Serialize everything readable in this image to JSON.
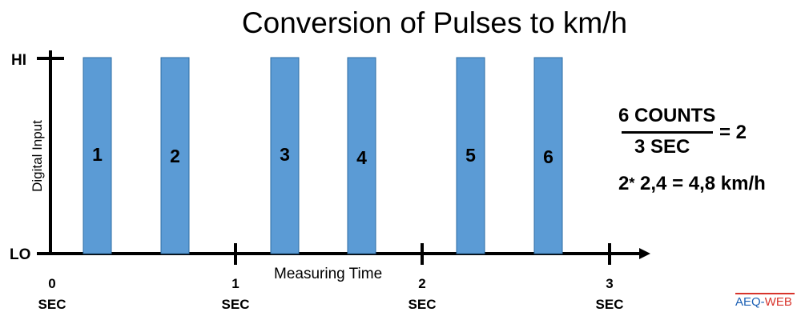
{
  "title": "Conversion of Pulses to km/h",
  "y_axis": {
    "label": "Digital Input",
    "hi_label": "HI",
    "lo_label": "LO"
  },
  "x_axis": {
    "label": "Measuring Time",
    "ticks": [
      {
        "value": 0,
        "label": "0",
        "unit": "SEC"
      },
      {
        "value": 1,
        "label": "1",
        "unit": "SEC"
      },
      {
        "value": 2,
        "label": "2",
        "unit": "SEC"
      },
      {
        "value": 3,
        "label": "3",
        "unit": "SEC"
      }
    ]
  },
  "pulses": [
    {
      "label": "1"
    },
    {
      "label": "2"
    },
    {
      "label": "3"
    },
    {
      "label": "4"
    },
    {
      "label": "5"
    },
    {
      "label": "6"
    }
  ],
  "formula": {
    "numerator": "6 COUNTS",
    "denominator": "3 SEC",
    "result": "= 2",
    "calculation_prefix": "2",
    "calculation_operator": "*",
    "calculation_rest": " 2,4 =  4,8 km/h"
  },
  "brand": {
    "part1": "AEQ-",
    "part2": "WEB"
  },
  "colors": {
    "pulse_fill": "#5b9bd5",
    "pulse_stroke": "#2e6da4",
    "brand_blue": "#1a5fb4",
    "brand_red": "#d8342c"
  }
}
